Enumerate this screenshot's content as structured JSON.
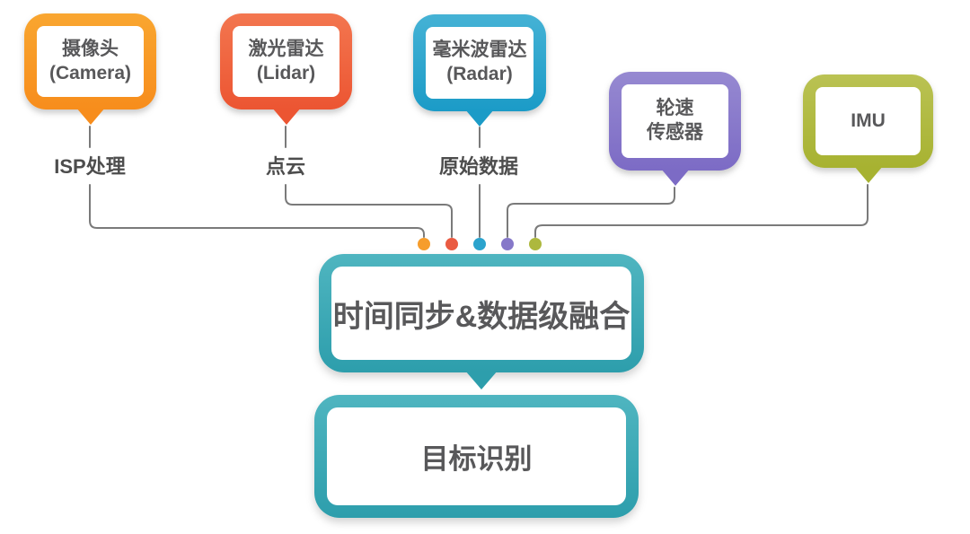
{
  "wire_color": "#7A7A7A",
  "sensors": [
    {
      "id": "camera",
      "label": "摄像头\n(Camera)",
      "edge_label": "ISP处理",
      "colors": {
        "top": "#F9A630",
        "bottom": "#F78D1C"
      },
      "dot_color": "#F69D2C"
    },
    {
      "id": "lidar",
      "label": "激光雷达\n(Lidar)",
      "edge_label": "点云",
      "colors": {
        "top": "#F3764F",
        "bottom": "#EC5532"
      },
      "dot_color": "#EA5B42"
    },
    {
      "id": "radar",
      "label": "毫米波雷达\n(Radar)",
      "edge_label": "原始数据",
      "colors": {
        "top": "#45B2D5",
        "bottom": "#1B9BC7"
      },
      "dot_color": "#2BA3CD"
    },
    {
      "id": "wheel_speed_sensor",
      "label": "轮速\n传感器",
      "colors": {
        "top": "#9689D1",
        "bottom": "#7C6BC5"
      },
      "dot_color": "#8678C9"
    },
    {
      "id": "imu",
      "label": "IMU",
      "colors": {
        "top": "#BAC253",
        "bottom": "#A7B231"
      },
      "dot_color": "#ADB83E"
    }
  ],
  "fusion": {
    "label": "时间同步&数据级融合",
    "colors": {
      "top": "#4FB5C0",
      "bottom": "#2D9EAC"
    }
  },
  "target": {
    "label": "目标识别",
    "colors": {
      "top": "#4FB5C0",
      "bottom": "#2D9EAC"
    }
  }
}
